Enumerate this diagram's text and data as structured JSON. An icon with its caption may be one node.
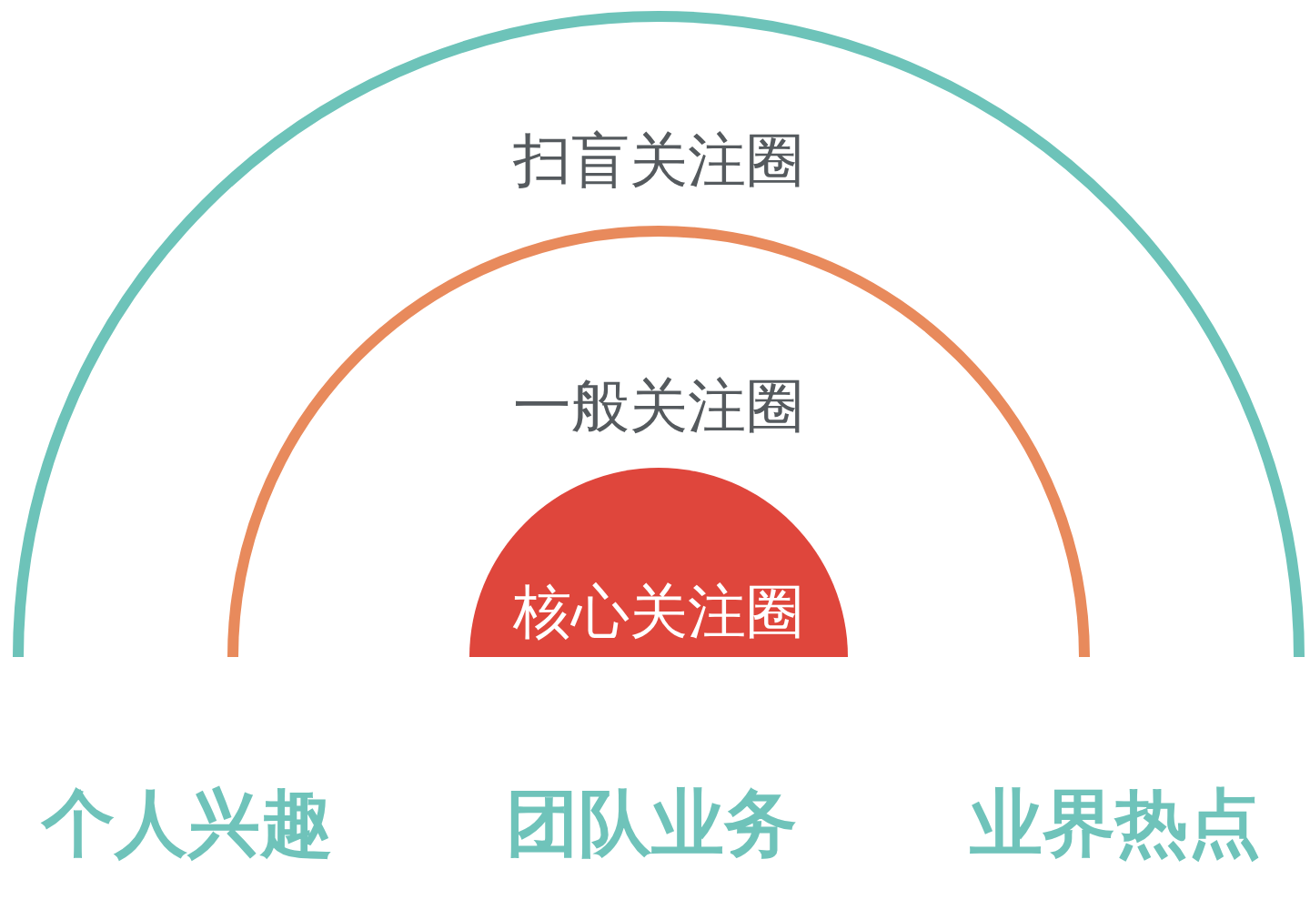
{
  "diagram": {
    "nodes": [
      {
        "text": [
          "扫盲关注圈"
        ]
      },
      {
        "text": [
          "一般关注圈"
        ],
        "in": 0
      },
      {
        "text": [
          "核心关注圈"
        ],
        "in": 1
      }
    ],
    "labels": [
      "个人兴趣",
      "团队业务",
      "业界热点"
    ]
  }
}
